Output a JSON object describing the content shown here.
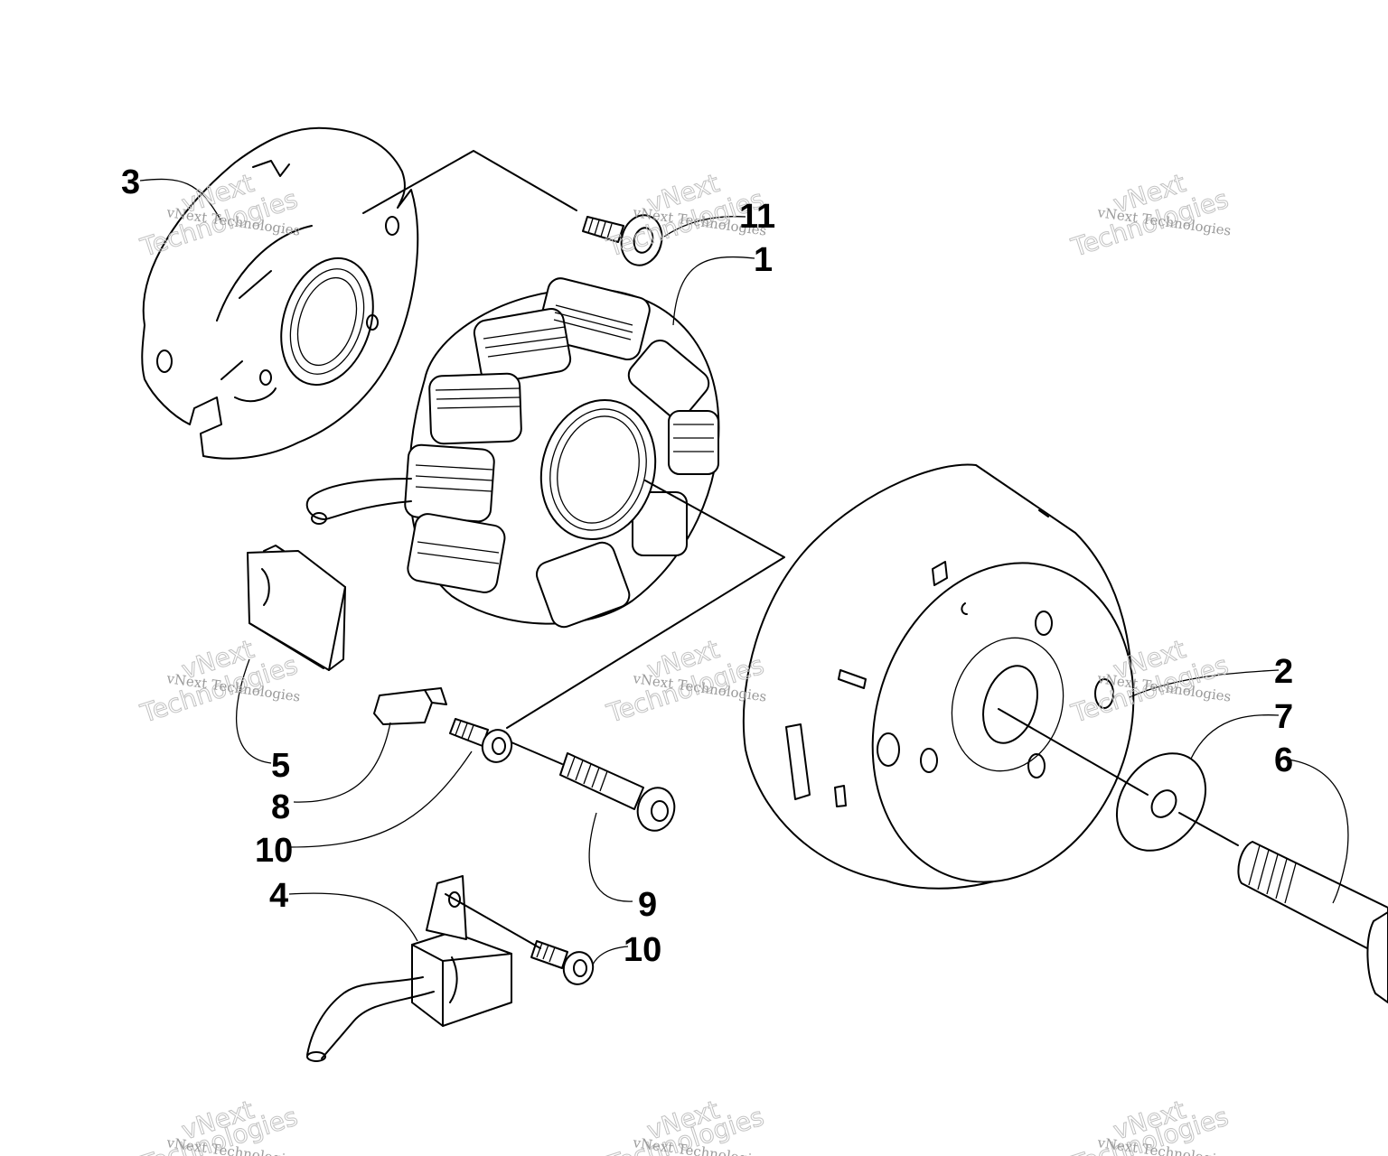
{
  "callouts": {
    "c1": "1",
    "c2": "2",
    "c3": "3",
    "c4": "4",
    "c5": "5",
    "c6": "6",
    "c7": "7",
    "c8": "8",
    "c9": "9",
    "c10a": "10",
    "c10b": "10",
    "c11": "11"
  },
  "watermark": {
    "line_small": "vNext Technologies",
    "line_top": "vNext",
    "line_bottom": "Technologies"
  }
}
